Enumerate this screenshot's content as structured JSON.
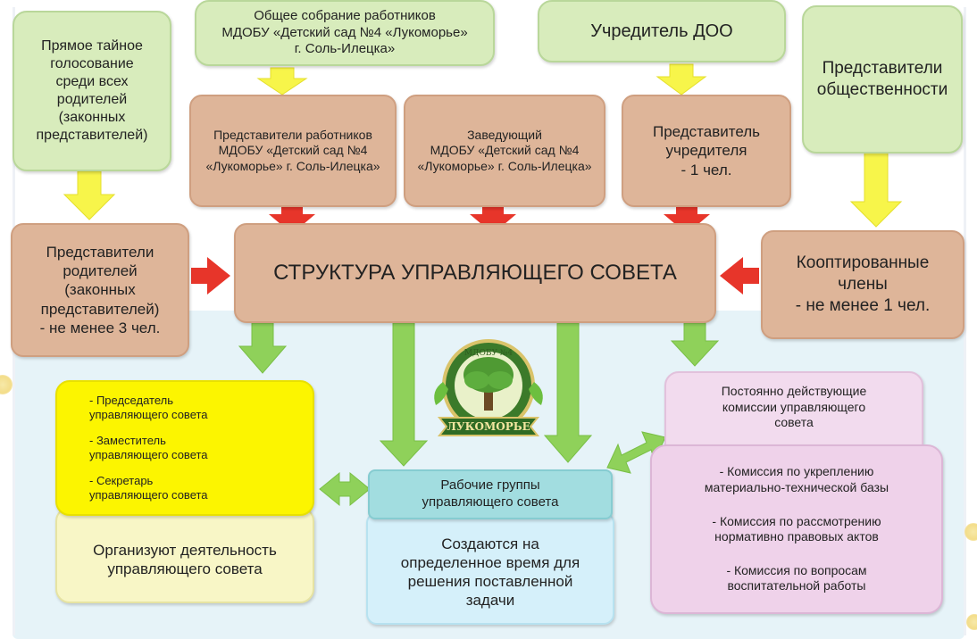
{
  "top": {
    "meeting": [
      "Общее собрание работников",
      "МДОБУ «Детский сад №4 «Лукоморье»",
      "г. Соль-Илецка»"
    ],
    "founder": "Учредитель ДОО",
    "voting": [
      "Прямое тайное",
      "голосование",
      "среди всех",
      "родителей",
      "(законных",
      "представителей)"
    ],
    "public": [
      "Представители",
      "общественности"
    ]
  },
  "middle": {
    "workers_reps": [
      "Представители работников",
      "МДОБУ «Детский сад №4",
      "«Лукоморье» г. Соль-Илецка»"
    ],
    "head": [
      "Заведующий",
      "МДОБУ «Детский сад №4",
      "«Лукоморье» г. Соль-Илецка»"
    ],
    "founder_rep": [
      "Представитель",
      "учредителя",
      "- 1 чел."
    ]
  },
  "center": {
    "parents_reps": [
      "Представители",
      "родителей",
      "(законных",
      "представителей)",
      "- не менее 3 чел."
    ],
    "title": "СТРУКТУРА УПРАВЛЯЮЩЕГО СОВЕТА",
    "coopted": [
      "Кооптированные",
      "члены",
      "- не менее 1 чел."
    ]
  },
  "logo": {
    "arc_text": "МДОБУ №4",
    "ribbon_text": "ЛУКОМОРЬЕ"
  },
  "bottom": {
    "leaders": [
      [
        "- Председатель",
        "управляющего совета"
      ],
      [
        "- Заместитель",
        "управляющего совета"
      ],
      [
        "- Секретарь",
        "управляющего совета"
      ]
    ],
    "organize": [
      "Организуют деятельность",
      "управляющего совета"
    ],
    "work_groups": [
      "Рабочие группы",
      "управляющего совета"
    ],
    "created": [
      "Создаются на",
      "определенное время для",
      "решения поставленной",
      "задачи"
    ],
    "commissions_title": [
      "Постоянно действующие",
      "комиссии управляющего",
      "совета"
    ],
    "commissions": [
      [
        "- Комиссия по укреплению",
        "материально-технической базы"
      ],
      [
        "- Комиссия по рассмотрению",
        "нормативно правовых актов"
      ],
      [
        "- Комиссия по вопросам",
        "воспитательной работы"
      ]
    ]
  },
  "colors": {
    "yellow_arrow": "#f7f54a",
    "red_arrow": "#e7352a",
    "green_arrow": "#8fd15a"
  }
}
